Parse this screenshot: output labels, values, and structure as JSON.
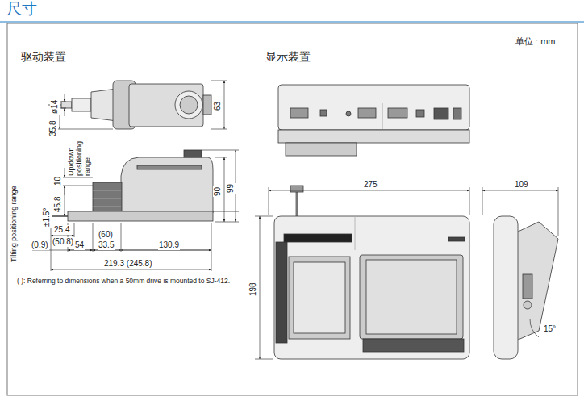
{
  "diagram": {
    "title": "尺寸",
    "labels": [
      "单位 : mm",
      "驱动装置",
      "显示装置",
      "ø14",
      "63",
      "35.8",
      "10",
      "Up/down positioning range",
      "90",
      "99",
      "45.8",
      "±1.5°",
      "Tilting positioning range",
      "25.4",
      "(50.8)",
      "(0.9)",
      "54",
      "(60)",
      "33.5",
      "130.9",
      "219.3 (245.8)",
      "( ): Referring to dimensions when a 50mm drive is mounted to SJ-412.",
      "275",
      "109",
      "198",
      "15°"
    ]
  }
}
